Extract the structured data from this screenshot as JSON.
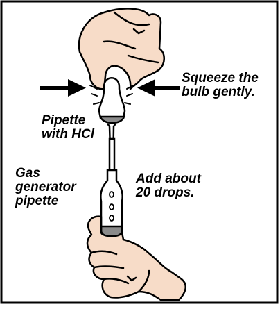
{
  "labels": {
    "squeeze_line1": "Squeeze the",
    "squeeze_line2": "bulb gently.",
    "pipette_line1": "Pipette",
    "pipette_line2": "with HCl",
    "gas_line1": "Gas",
    "gas_line2": "generator",
    "gas_line3": "pipette",
    "drops_line1": "Add about",
    "drops_line2": "20 drops."
  },
  "colors": {
    "skin": "#f7dcc8",
    "outline": "#000000",
    "bulb": "#ffffff",
    "liquid": "#8a8a8a",
    "frame": "#000000",
    "background": "#ffffff"
  }
}
